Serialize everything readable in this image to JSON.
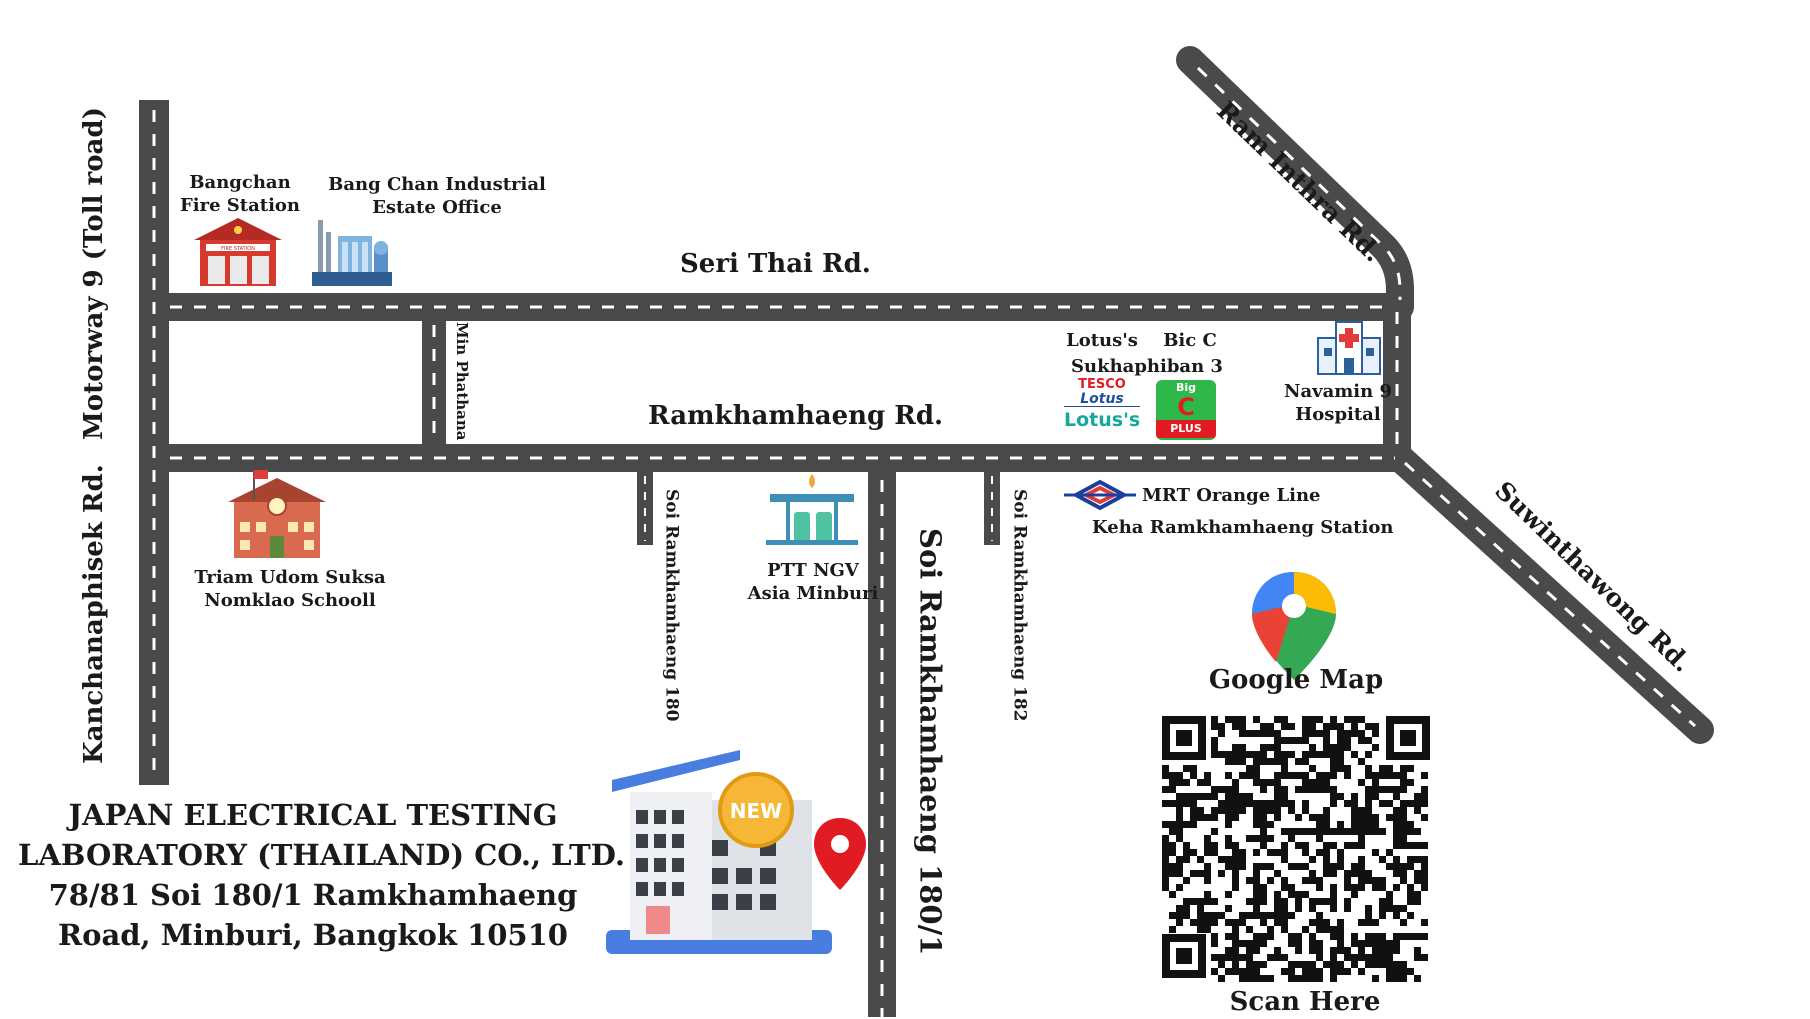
{
  "roads": {
    "motorway_label": "Motorway 9 (Toll road)",
    "kanchanaphisek_label": "Kanchanaphisek Rd.",
    "seri_thai_label": "Seri Thai Rd.",
    "ramkhamhaeng_label": "Ramkhamhaeng Rd.",
    "min_phathana_label": "Min Phathana Rd.",
    "soi_180_label": "Soi Ramkhamhaeng 180",
    "soi_180_1_label": "Soi Ramkhamhaeng 180/1",
    "soi_182_label": "Soi Ramkhamhaeng 182",
    "ram_inthra_label": "Ram Inthra Rd.",
    "suwinthawong_label": "Suwinthawong Rd."
  },
  "places": {
    "fire_station": {
      "line1": "Bangchan",
      "line2": "Fire Station",
      "sign": "FIRE STATION",
      "icon": "fire-station-icon"
    },
    "industrial": {
      "line1": "Bang Chan Industrial",
      "line2": "Estate Office",
      "icon": "factory-icon"
    },
    "school": {
      "line1": "Triam Udom Suksa",
      "line2": "Nomklao Schooll",
      "icon": "school-icon"
    },
    "ptt": {
      "line1": "PTT NGV",
      "line2": "Asia Minburi",
      "icon": "gas-station-icon"
    },
    "lotus": {
      "line1": "Lotus's",
      "logo_top": "TESCO",
      "logo_mid": "Lotus",
      "logo_bottom": "Lotus's",
      "icon": "lotus-logo"
    },
    "bigc": {
      "line1": "Bic C",
      "line2": "Sukhaphiban 3",
      "logo_top": "Big",
      "logo_mid": "C",
      "logo_bottom": "PLUS",
      "icon": "bigc-logo"
    },
    "hospital": {
      "line1": "Navamin 9",
      "line2": "Hospital",
      "icon": "hospital-icon"
    },
    "mrt": {
      "line1": "MRT Orange Line",
      "line2": "Keha Ramkhamhaeng Station",
      "icon": "mrt-logo"
    }
  },
  "company": {
    "line1": "JAPAN ELECTRICAL TESTING",
    "line2": "LABORATORY (THAILAND) CO., LTD.",
    "line3": "78/81 Soi 180/1 Ramkhamhaeng",
    "line4": "Road, Minburi, Bangkok 10510",
    "badge": "NEW",
    "icon": "office-building-icon"
  },
  "google_map": {
    "label": "Google Map",
    "scan_label": "Scan Here",
    "icon": "google-maps-pin-icon"
  },
  "colors": {
    "road": "#4a4a4a",
    "road_edge": "#5c5c5c",
    "dash": "#ffffff",
    "pin": "#e01b24",
    "building_roof": "#4a7de0"
  }
}
